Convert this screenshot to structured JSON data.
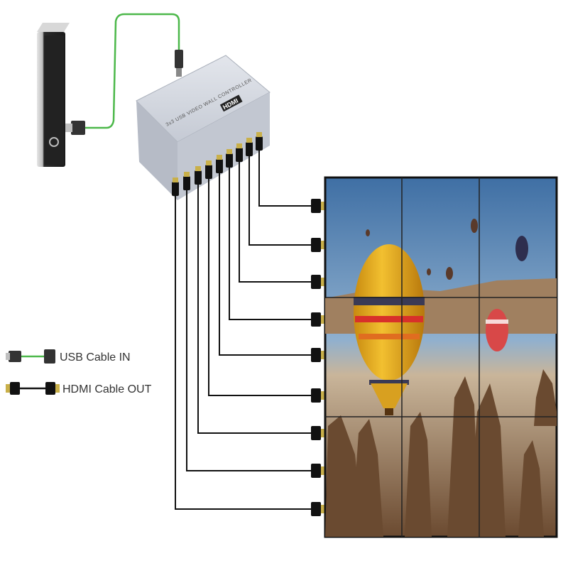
{
  "device": {
    "label": "3x3 USB VIDEO WALL CONTROLLER",
    "logo_text": "HDMI"
  },
  "legend": {
    "usb_label": "USB Cable IN",
    "hdmi_label": "HDMI Cable OUT"
  },
  "colors": {
    "usb_cable": "#4cb84a",
    "hdmi_cable": "#111111",
    "connector_tip": "#c9b04a",
    "device_body": "#cfd3dc",
    "sky": "#4a78a8",
    "ground": "#7a5a40"
  },
  "wall": {
    "rows": 3,
    "columns": 3,
    "outputs": 9
  }
}
